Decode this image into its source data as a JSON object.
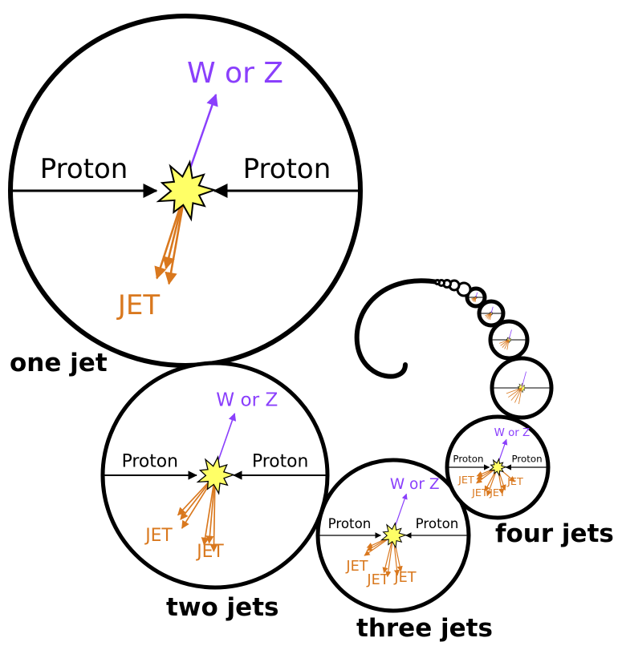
{
  "colors": {
    "boson": "#8a3ffc",
    "jet": "#d9781e",
    "collision": "#ffff66",
    "outline": "#000000"
  },
  "labels": {
    "proton": "Proton",
    "boson": "W or Z",
    "jet": "JET"
  },
  "events": [
    {
      "caption": "one jet",
      "jets": 1
    },
    {
      "caption": "two jets",
      "jets": 2
    },
    {
      "caption": "three jets",
      "jets": 3
    },
    {
      "caption": "four jets",
      "jets": 4
    }
  ]
}
